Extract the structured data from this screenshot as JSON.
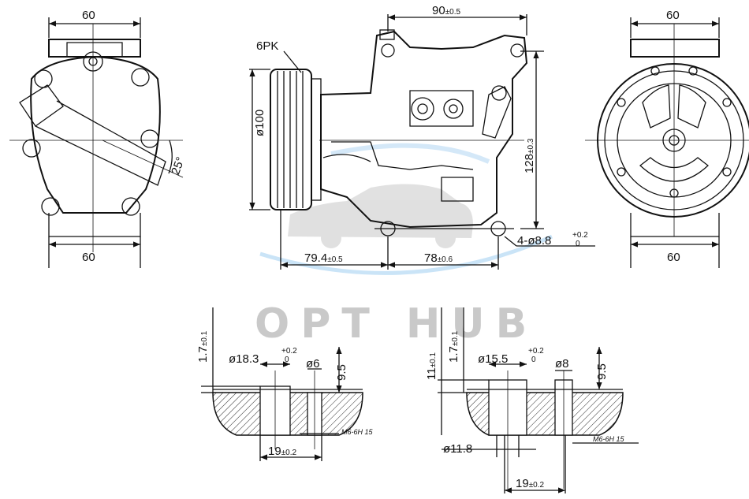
{
  "watermark": {
    "text": "OPT HUB",
    "color": "#c9c9c9",
    "swoosh_color": "#9fcdf0"
  },
  "left_view": {
    "top_width": "60",
    "bottom_width": "60",
    "angle": "25°"
  },
  "side_view": {
    "belt": "6PK",
    "length_top": "90",
    "length_top_tol": "±0.5",
    "pulley_dia": "ø100",
    "height": "128",
    "height_tol": "±0.3",
    "left_length": "79.4",
    "left_length_tol": "±0.5",
    "right_length": "78",
    "right_length_tol": "±0.6",
    "holes_prefix": "4-ø8.8",
    "holes_tol_upper": "+0.2",
    "holes_tol_lower": "0"
  },
  "right_view": {
    "top_width": "60",
    "bottom_width": "60"
  },
  "port_left": {
    "depth": "1.7",
    "depth_tol": "±0.1",
    "bore": "ø18.3",
    "bore_tol_upper": "+0.2",
    "bore_tol_lower": "0",
    "hole": "ø6",
    "height": "9.5",
    "spacing": "19",
    "spacing_tol": "±0.2",
    "thread": "M6-6H 15"
  },
  "port_right": {
    "depth_outer": "11",
    "depth_outer_tol": "±0.1",
    "depth": "1.7",
    "depth_tol": "±0.1",
    "bore": "ø15.5",
    "bore_tol_upper": "+0.2",
    "bore_tol_lower": "0",
    "hole": "ø8",
    "height": "9.5",
    "inner_bore": "ø11.8",
    "spacing": "19",
    "spacing_tol": "±0.2",
    "thread": "M6-6H 15"
  }
}
